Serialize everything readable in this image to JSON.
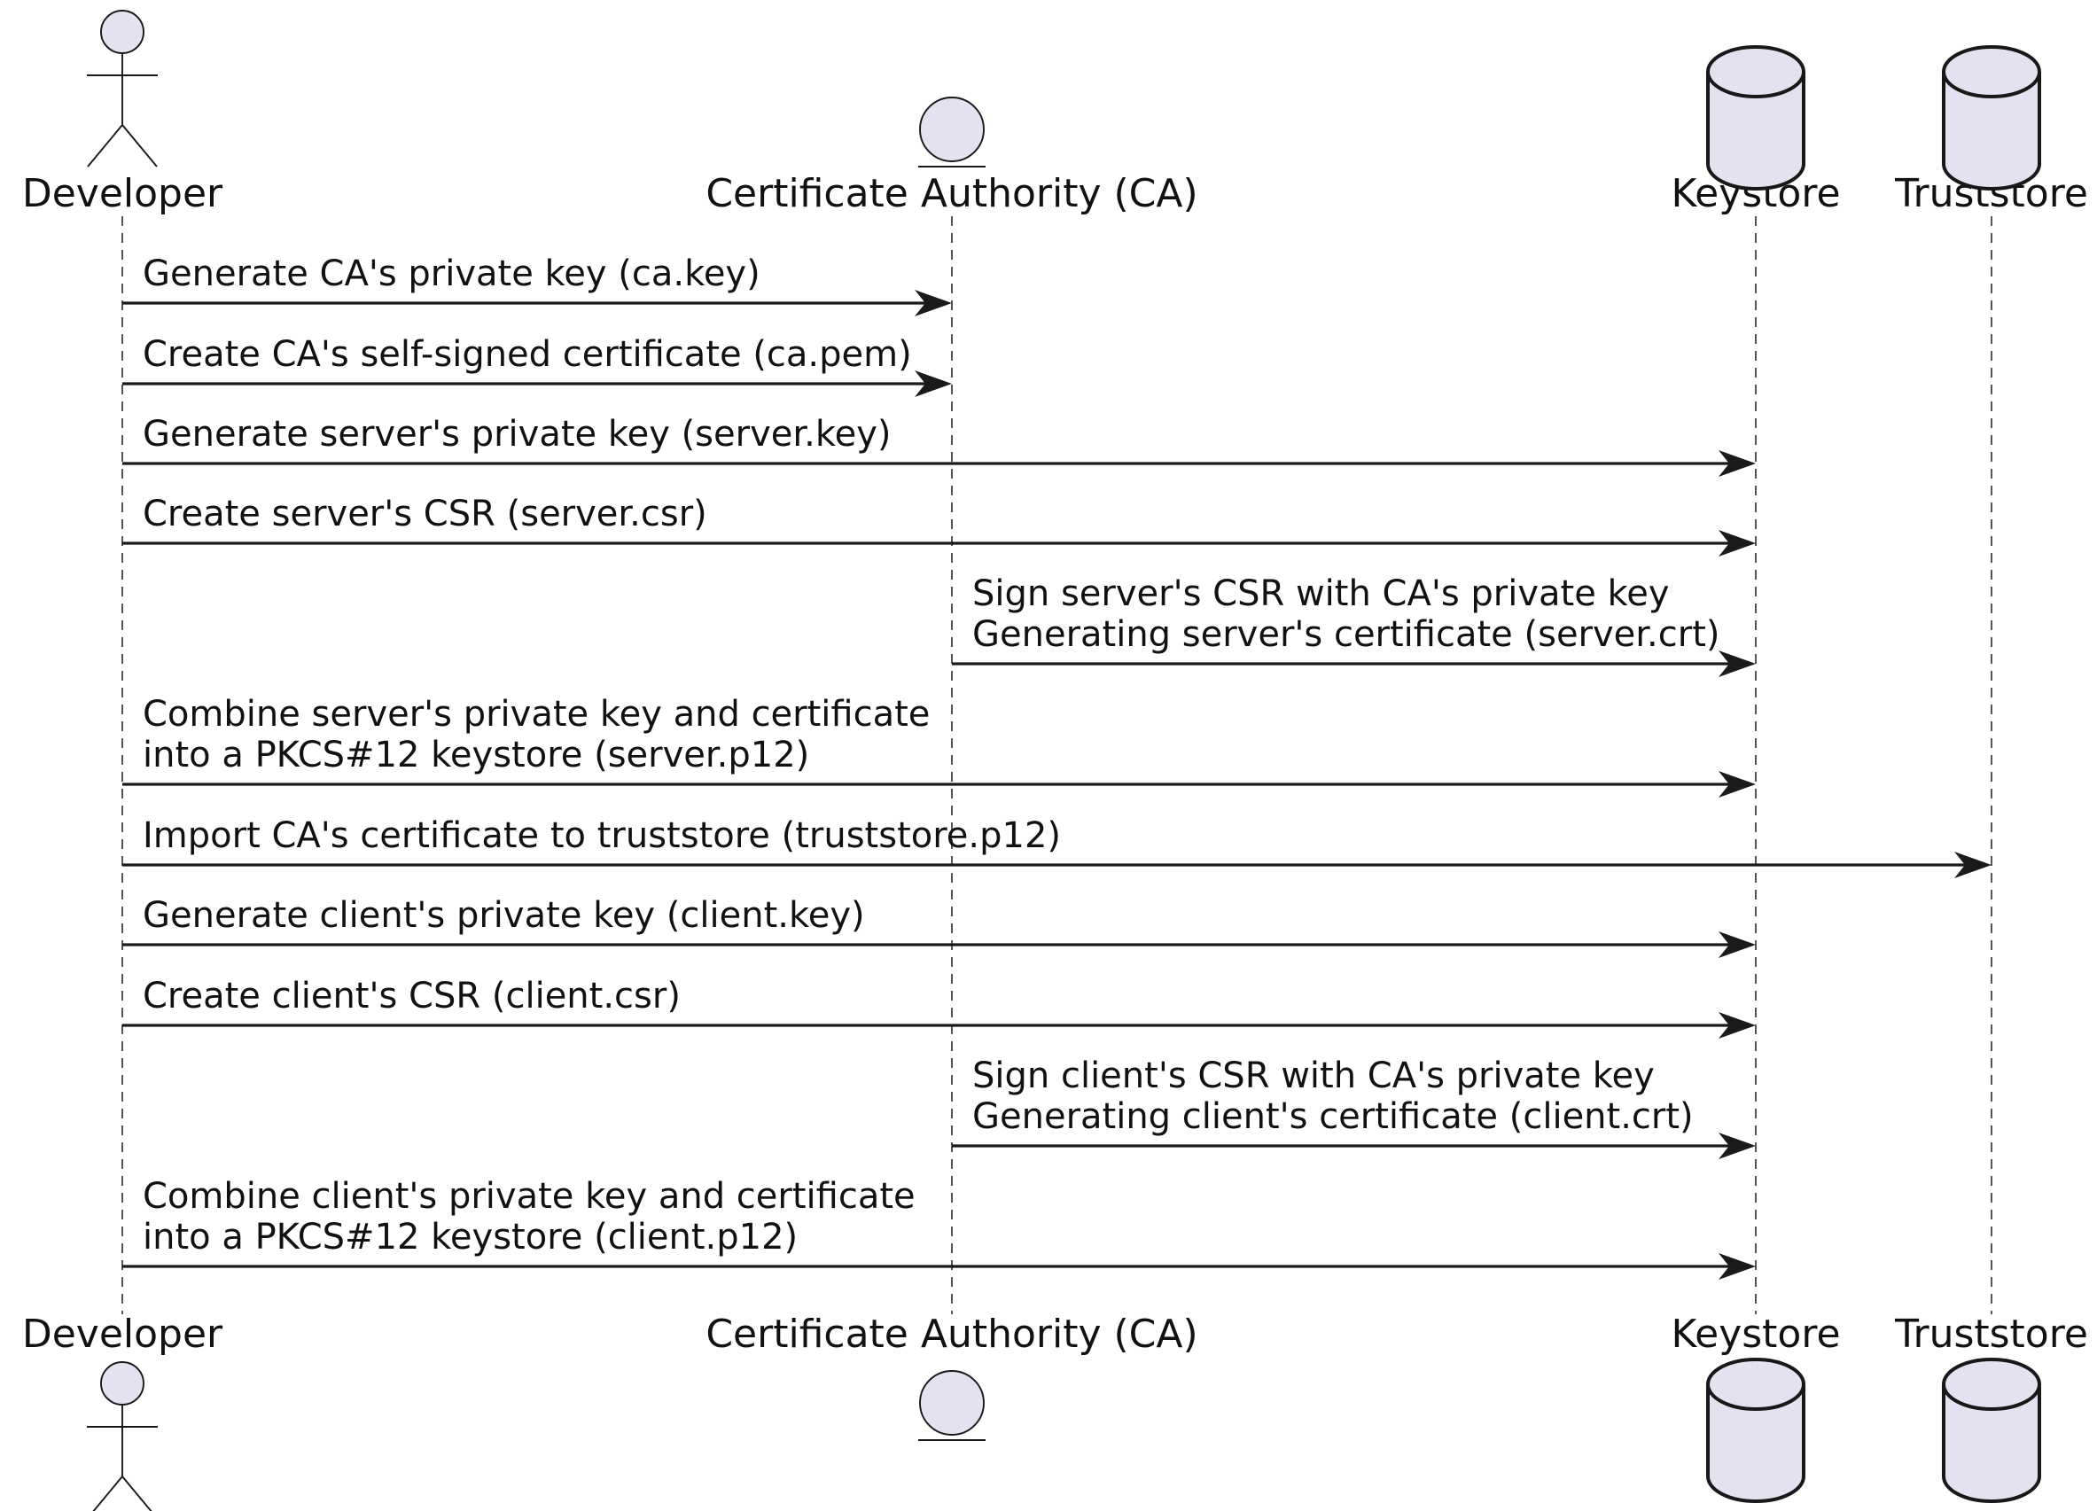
{
  "diagram": {
    "participants": [
      {
        "id": "developer",
        "label": "Developer",
        "kind": "actor"
      },
      {
        "id": "ca",
        "label": "Certificate Authority (CA)",
        "kind": "entity"
      },
      {
        "id": "keystore",
        "label": "Keystore",
        "kind": "database"
      },
      {
        "id": "truststore",
        "label": "Truststore",
        "kind": "database"
      }
    ],
    "messages": [
      {
        "from": "developer",
        "to": "ca",
        "lines": [
          "Generate CA's private key (ca.key)"
        ]
      },
      {
        "from": "developer",
        "to": "ca",
        "lines": [
          "Create CA's self-signed certificate (ca.pem)"
        ]
      },
      {
        "from": "developer",
        "to": "keystore",
        "lines": [
          "Generate server's private key (server.key)"
        ]
      },
      {
        "from": "developer",
        "to": "keystore",
        "lines": [
          "Create server's CSR (server.csr)"
        ]
      },
      {
        "from": "ca",
        "to": "keystore",
        "lines": [
          "Sign server's CSR with CA's private key",
          "Generating server's certificate (server.crt)"
        ]
      },
      {
        "from": "developer",
        "to": "keystore",
        "lines": [
          "Combine server's private key and certificate",
          "into a PKCS#12 keystore (server.p12)"
        ]
      },
      {
        "from": "developer",
        "to": "truststore",
        "lines": [
          "Import CA's certificate to truststore (truststore.p12)"
        ]
      },
      {
        "from": "developer",
        "to": "keystore",
        "lines": [
          "Generate client's private key (client.key)"
        ]
      },
      {
        "from": "developer",
        "to": "keystore",
        "lines": [
          "Create client's CSR (client.csr)"
        ]
      },
      {
        "from": "ca",
        "to": "keystore",
        "lines": [
          "Sign client's CSR with CA's private key",
          "Generating client's certificate (client.crt)"
        ]
      },
      {
        "from": "developer",
        "to": "keystore",
        "lines": [
          "Combine client's private key and certificate",
          "into a PKCS#12 keystore (client.p12)"
        ]
      }
    ]
  }
}
